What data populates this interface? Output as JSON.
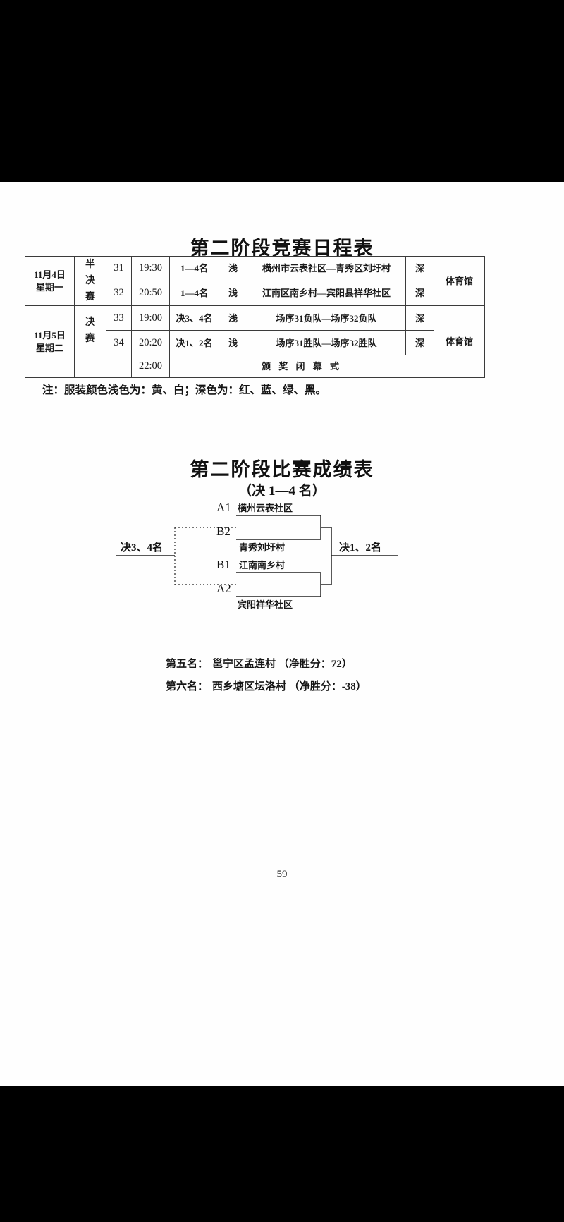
{
  "schedule": {
    "title": "第二阶段竞赛日程表",
    "note": "注：服装颜色浅色为：黄、白；深色为：红、蓝、绿、黑。",
    "day1": {
      "date_line1": "11月4日",
      "date_line2": "星期一",
      "stage": "半决赛",
      "venue": "体育馆"
    },
    "day2": {
      "date_line1": "11月5日",
      "date_line2": "星期二",
      "stage": "决赛",
      "venue": "体育馆"
    },
    "matches": [
      {
        "no": "31",
        "time": "19:30",
        "group": "1—4名",
        "light": "浅",
        "teams": "横州市云表社区—青秀区刘圩村",
        "dark": "深"
      },
      {
        "no": "32",
        "time": "20:50",
        "group": "1—4名",
        "light": "浅",
        "teams": "江南区南乡村—宾阳县祥华社区",
        "dark": "深"
      },
      {
        "no": "33",
        "time": "19:00",
        "group": "决3、4名",
        "light": "浅",
        "teams": "场序31负队—场序32负队",
        "dark": "深"
      },
      {
        "no": "34",
        "time": "20:20",
        "group": "决1、2名",
        "light": "浅",
        "teams": "场序31胜队—场序32胜队",
        "dark": "深"
      }
    ],
    "closing": {
      "time": "22:00",
      "label": "颁 奖 闭 幕 式"
    }
  },
  "results": {
    "title": "第二阶段比赛成绩表",
    "subtitle": "（决 1—4 名）",
    "bracket": {
      "seeds": [
        "A1",
        "B2",
        "B1",
        "A2"
      ],
      "teams": [
        "横州云表社区",
        "青秀刘圩村",
        "江南南乡村",
        "宾阳祥华社区"
      ],
      "third_place_label": "决3、4名",
      "final_label": "决1、2名"
    },
    "placements": [
      {
        "rank": "第五名：",
        "detail": "邕宁区孟连村 （净胜分：72）"
      },
      {
        "rank": "第六名：",
        "detail": "西乡塘区坛洛村 （净胜分：-38）"
      }
    ]
  },
  "page_number": "59"
}
